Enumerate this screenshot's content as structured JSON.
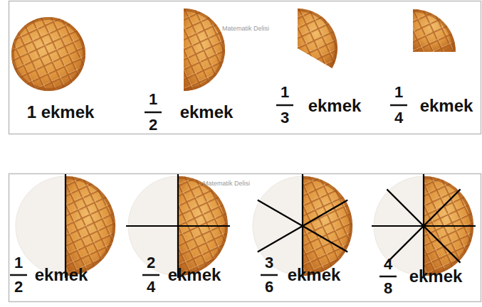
{
  "diagram": {
    "labels": [
      "1 ekmek",
      "Matematik Delisi",
      "1",
      "2",
      "ekmek",
      "1",
      "3",
      "ekmek",
      "1",
      "4",
      "ekmek",
      "Matematik Delisi",
      "1",
      "2",
      "ekmek",
      "2",
      "4",
      "ekmek",
      "3",
      "6",
      "ekmek",
      "4",
      "8",
      "ekmek"
    ]
  }
}
